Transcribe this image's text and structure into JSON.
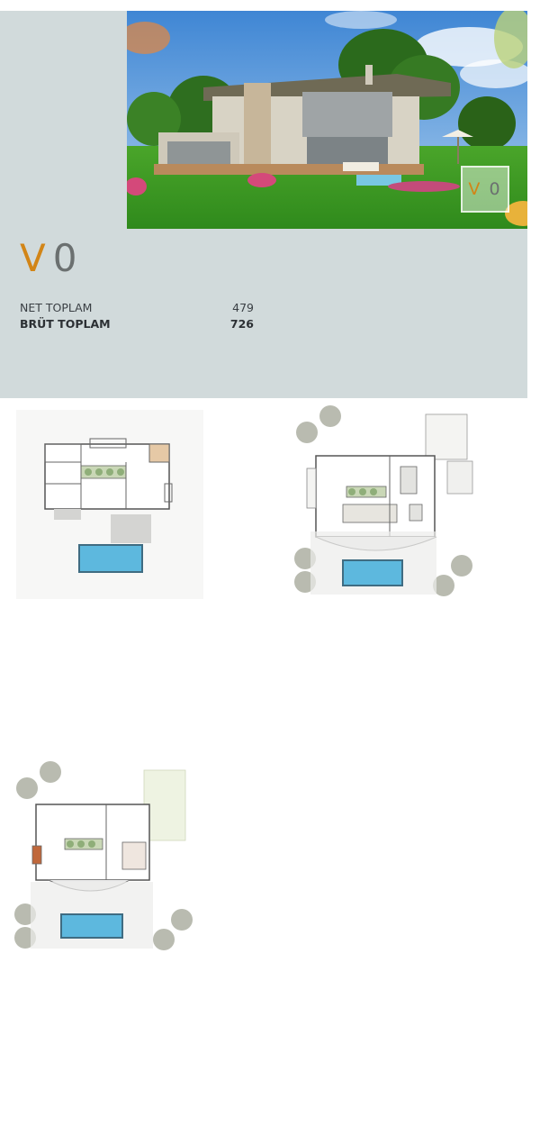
{
  "hero": {
    "badge": {
      "letter": "V",
      "number": "0"
    }
  },
  "title": {
    "letter": "V",
    "number": "0"
  },
  "stats": [
    {
      "label": "NET TOPLAM",
      "value": "479",
      "bold": false
    },
    {
      "label": "BRÜT TOPLAM",
      "value": "726",
      "bold": true
    }
  ],
  "colors": {
    "panel": "#d1dadb",
    "accent_orange": "#d28517",
    "title_gray": "#6b7070",
    "pool_blue": "#5db8de"
  }
}
